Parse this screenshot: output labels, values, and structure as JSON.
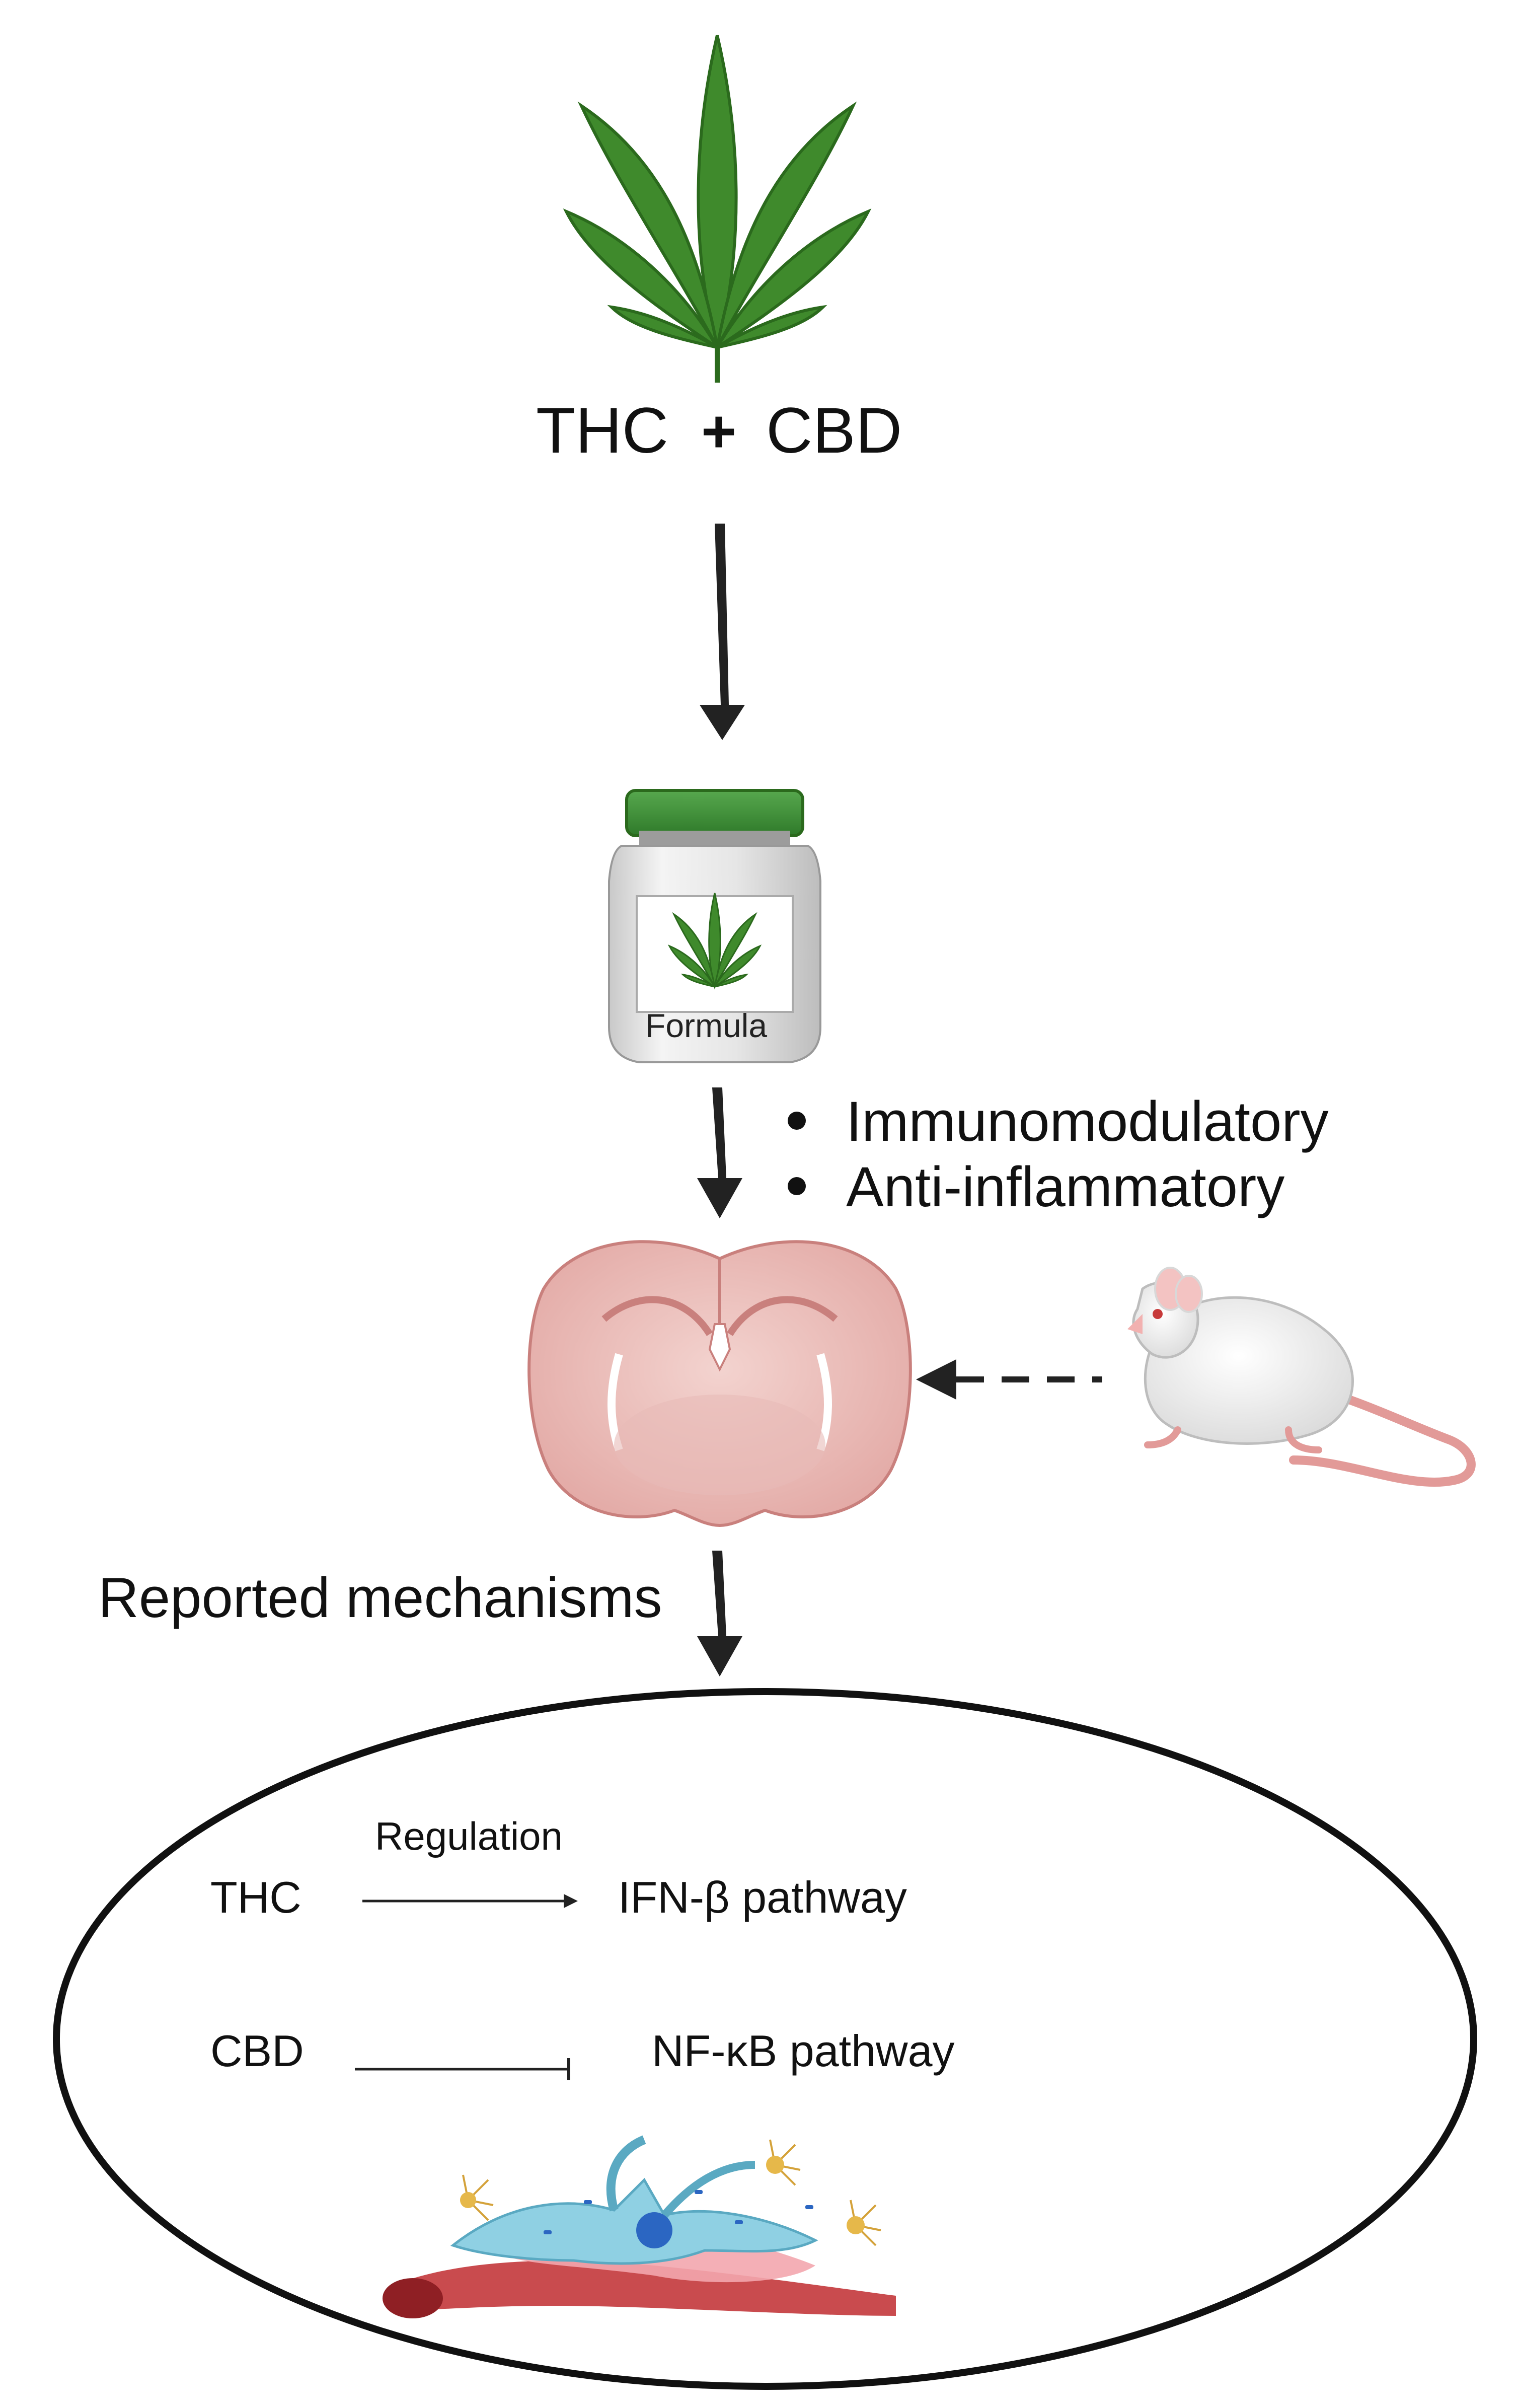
{
  "top": {
    "left": "THC",
    "right": "CBD"
  },
  "formula": {
    "label": "Formula"
  },
  "effects": [
    "Immunomodulatory",
    "Anti-inflammatory"
  ],
  "section": {
    "title": "Reported mechanisms"
  },
  "mechanisms": {
    "row1": {
      "from": "THC",
      "edge_label": "Regulation",
      "to": "IFN-β pathway",
      "edge_type": "arrow"
    },
    "row2": {
      "from": "CBD",
      "to": "NF-κB pathway",
      "edge_type": "inhibition"
    }
  },
  "colors": {
    "leaf": "#3f8a2c",
    "leaf_dark": "#2b6a1d",
    "cap": "#3d8f3a",
    "brain": "#e8b6b3",
    "brain_dark": "#c9807d",
    "mouse_tail": "#e29a98",
    "arrow": "#222222"
  }
}
